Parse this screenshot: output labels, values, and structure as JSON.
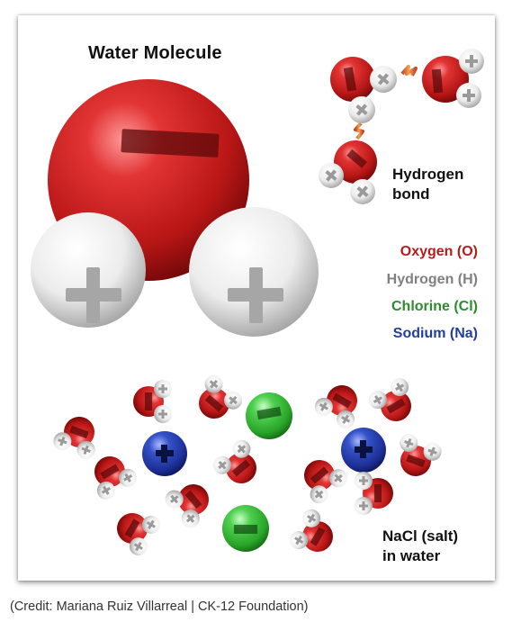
{
  "title": "Water Molecule",
  "hbond_label": [
    "Hydrogen",
    "bond"
  ],
  "legend": [
    {
      "label": "Oxygen (O)",
      "color": "#b51d1d"
    },
    {
      "label": "Hydrogen (H)",
      "color": "#808080"
    },
    {
      "label": "Chlorine (Cl)",
      "color": "#2e8b2e"
    },
    {
      "label": "Sodium (Na)",
      "color": "#233f9c"
    }
  ],
  "nacl_label": [
    "NaCl (salt)",
    "in water"
  ],
  "credit": "(Credit: Mariana Ruiz Villarreal | CK-12 Foundation)"
}
